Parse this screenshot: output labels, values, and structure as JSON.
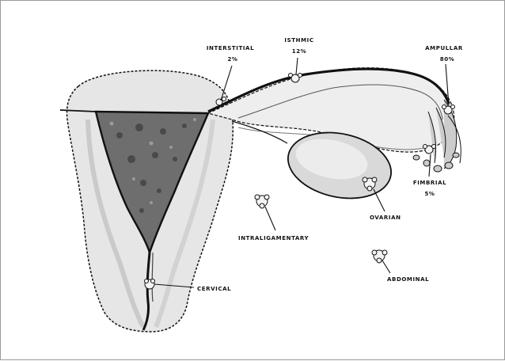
{
  "diagram": {
    "colors": {
      "outline": "#111111",
      "uterus_fill": "#e6e6e6",
      "cavity_fill": "#6e6e6e",
      "tube_fill": "#eeeeee",
      "ovary_fill": "#d9d9d9"
    },
    "labels": {
      "interstitial_line1": "INTERSTITIAL",
      "interstitial_line2": "2%",
      "isthmic_line1": "ISTHMIC",
      "isthmic_line2": "12%",
      "ampullar_line1": "AMPULLAR",
      "ampullar_line2": "80%",
      "fimbrial_line1": "FIMBRIAL",
      "fimbrial_line2": "5%",
      "ovarian": "OVARIAN",
      "intraligamentary": "INTRALIGAMENTARY",
      "abdominal": "ABDOMINAL",
      "cervical": "CERVICAL"
    },
    "icons": {
      "implantation_site": "embryo-cluster-icon"
    }
  }
}
